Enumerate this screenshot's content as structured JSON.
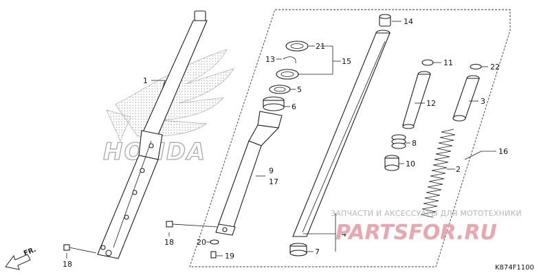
{
  "parts": {
    "p1": "1",
    "p2": "2",
    "p3": "3",
    "p4": "4",
    "p5": "5",
    "p6": "6",
    "p7": "7",
    "p8": "8",
    "p9": "9",
    "p10": "10",
    "p11": "11",
    "p12": "12",
    "p13": "13",
    "p14": "14",
    "p15": "15",
    "p16": "16",
    "p17": "17",
    "p18a": "18",
    "p18b": "18",
    "p19": "19",
    "p20": "20",
    "p21": "21",
    "p22": "22"
  },
  "brand_logo": "HONDA",
  "watermark": {
    "line1": "ЗАПЧАСТИ И АКСЕССУАРЫ ДЛЯ МОТОТЕХНИКИ",
    "line2": "PARTSFOR.RU"
  },
  "direction_label": "FR.",
  "diagram_code": "K874F1100",
  "colors": {
    "watermark_red": "#e9a7ad",
    "watermark_gray": "#b7b7b7",
    "logo_dots": "#9a9a9a"
  }
}
